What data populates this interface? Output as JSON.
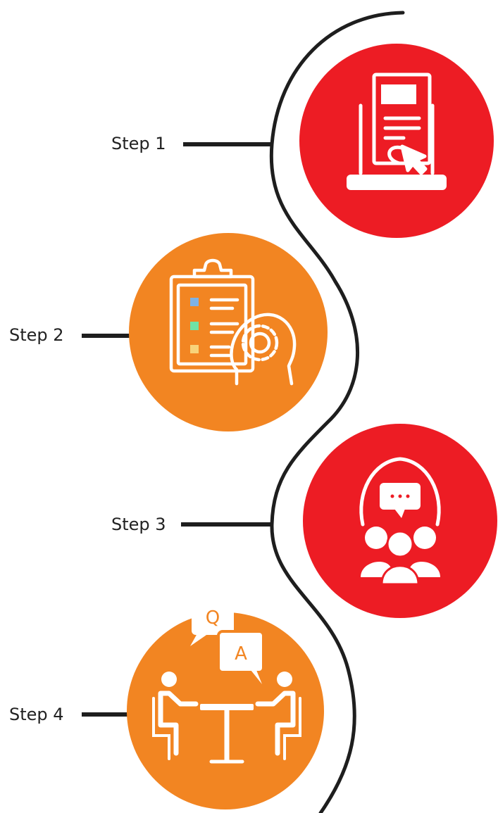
{
  "steps": [
    {
      "label": "Step 1",
      "color": "#ED1C24",
      "icon": "laptop-document-cursor-icon"
    },
    {
      "label": "Step 2",
      "color": "#F28522",
      "icon": "clipboard-checklist-head-gear-icon"
    },
    {
      "label": "Step 3",
      "color": "#ED1C24",
      "icon": "group-discussion-speech-bubble-icon"
    },
    {
      "label": "Step 4",
      "color": "#F28522",
      "icon": "interview-question-answer-icon"
    }
  ],
  "icon_text": {
    "question": "Q",
    "answer": "A"
  },
  "colors": {
    "connector": "#1e1e1e",
    "icon_stroke": "#ffffff",
    "check_blue": "#7FB2E5",
    "check_green": "#6FE3A6",
    "check_yellow": "#F8D37A"
  }
}
